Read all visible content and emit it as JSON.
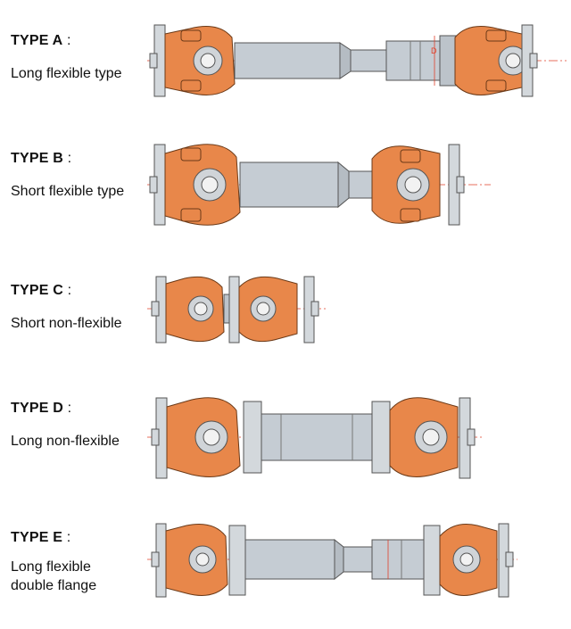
{
  "types": [
    {
      "title": "TYPE A",
      "colon": " :",
      "description": "Long flexible type"
    },
    {
      "title": "TYPE B",
      "colon": " :",
      "description": "Short flexible type"
    },
    {
      "title": "TYPE C",
      "colon": " :",
      "description": "Short non-flexible"
    },
    {
      "title": "TYPE D",
      "colon": " :",
      "description": "Long non-flexible"
    },
    {
      "title": "TYPE E",
      "colon": " :",
      "description": "Long flexible\ndouble flange"
    }
  ],
  "annotations": {
    "dimension_letter": "D"
  },
  "colors": {
    "yoke": "#e8874a",
    "yoke_dark": "#b8602a",
    "tube": "#c5ccd3",
    "tube_dark": "#8c949c",
    "flange": "#d3d8dc",
    "centerline": "#e0402a"
  }
}
